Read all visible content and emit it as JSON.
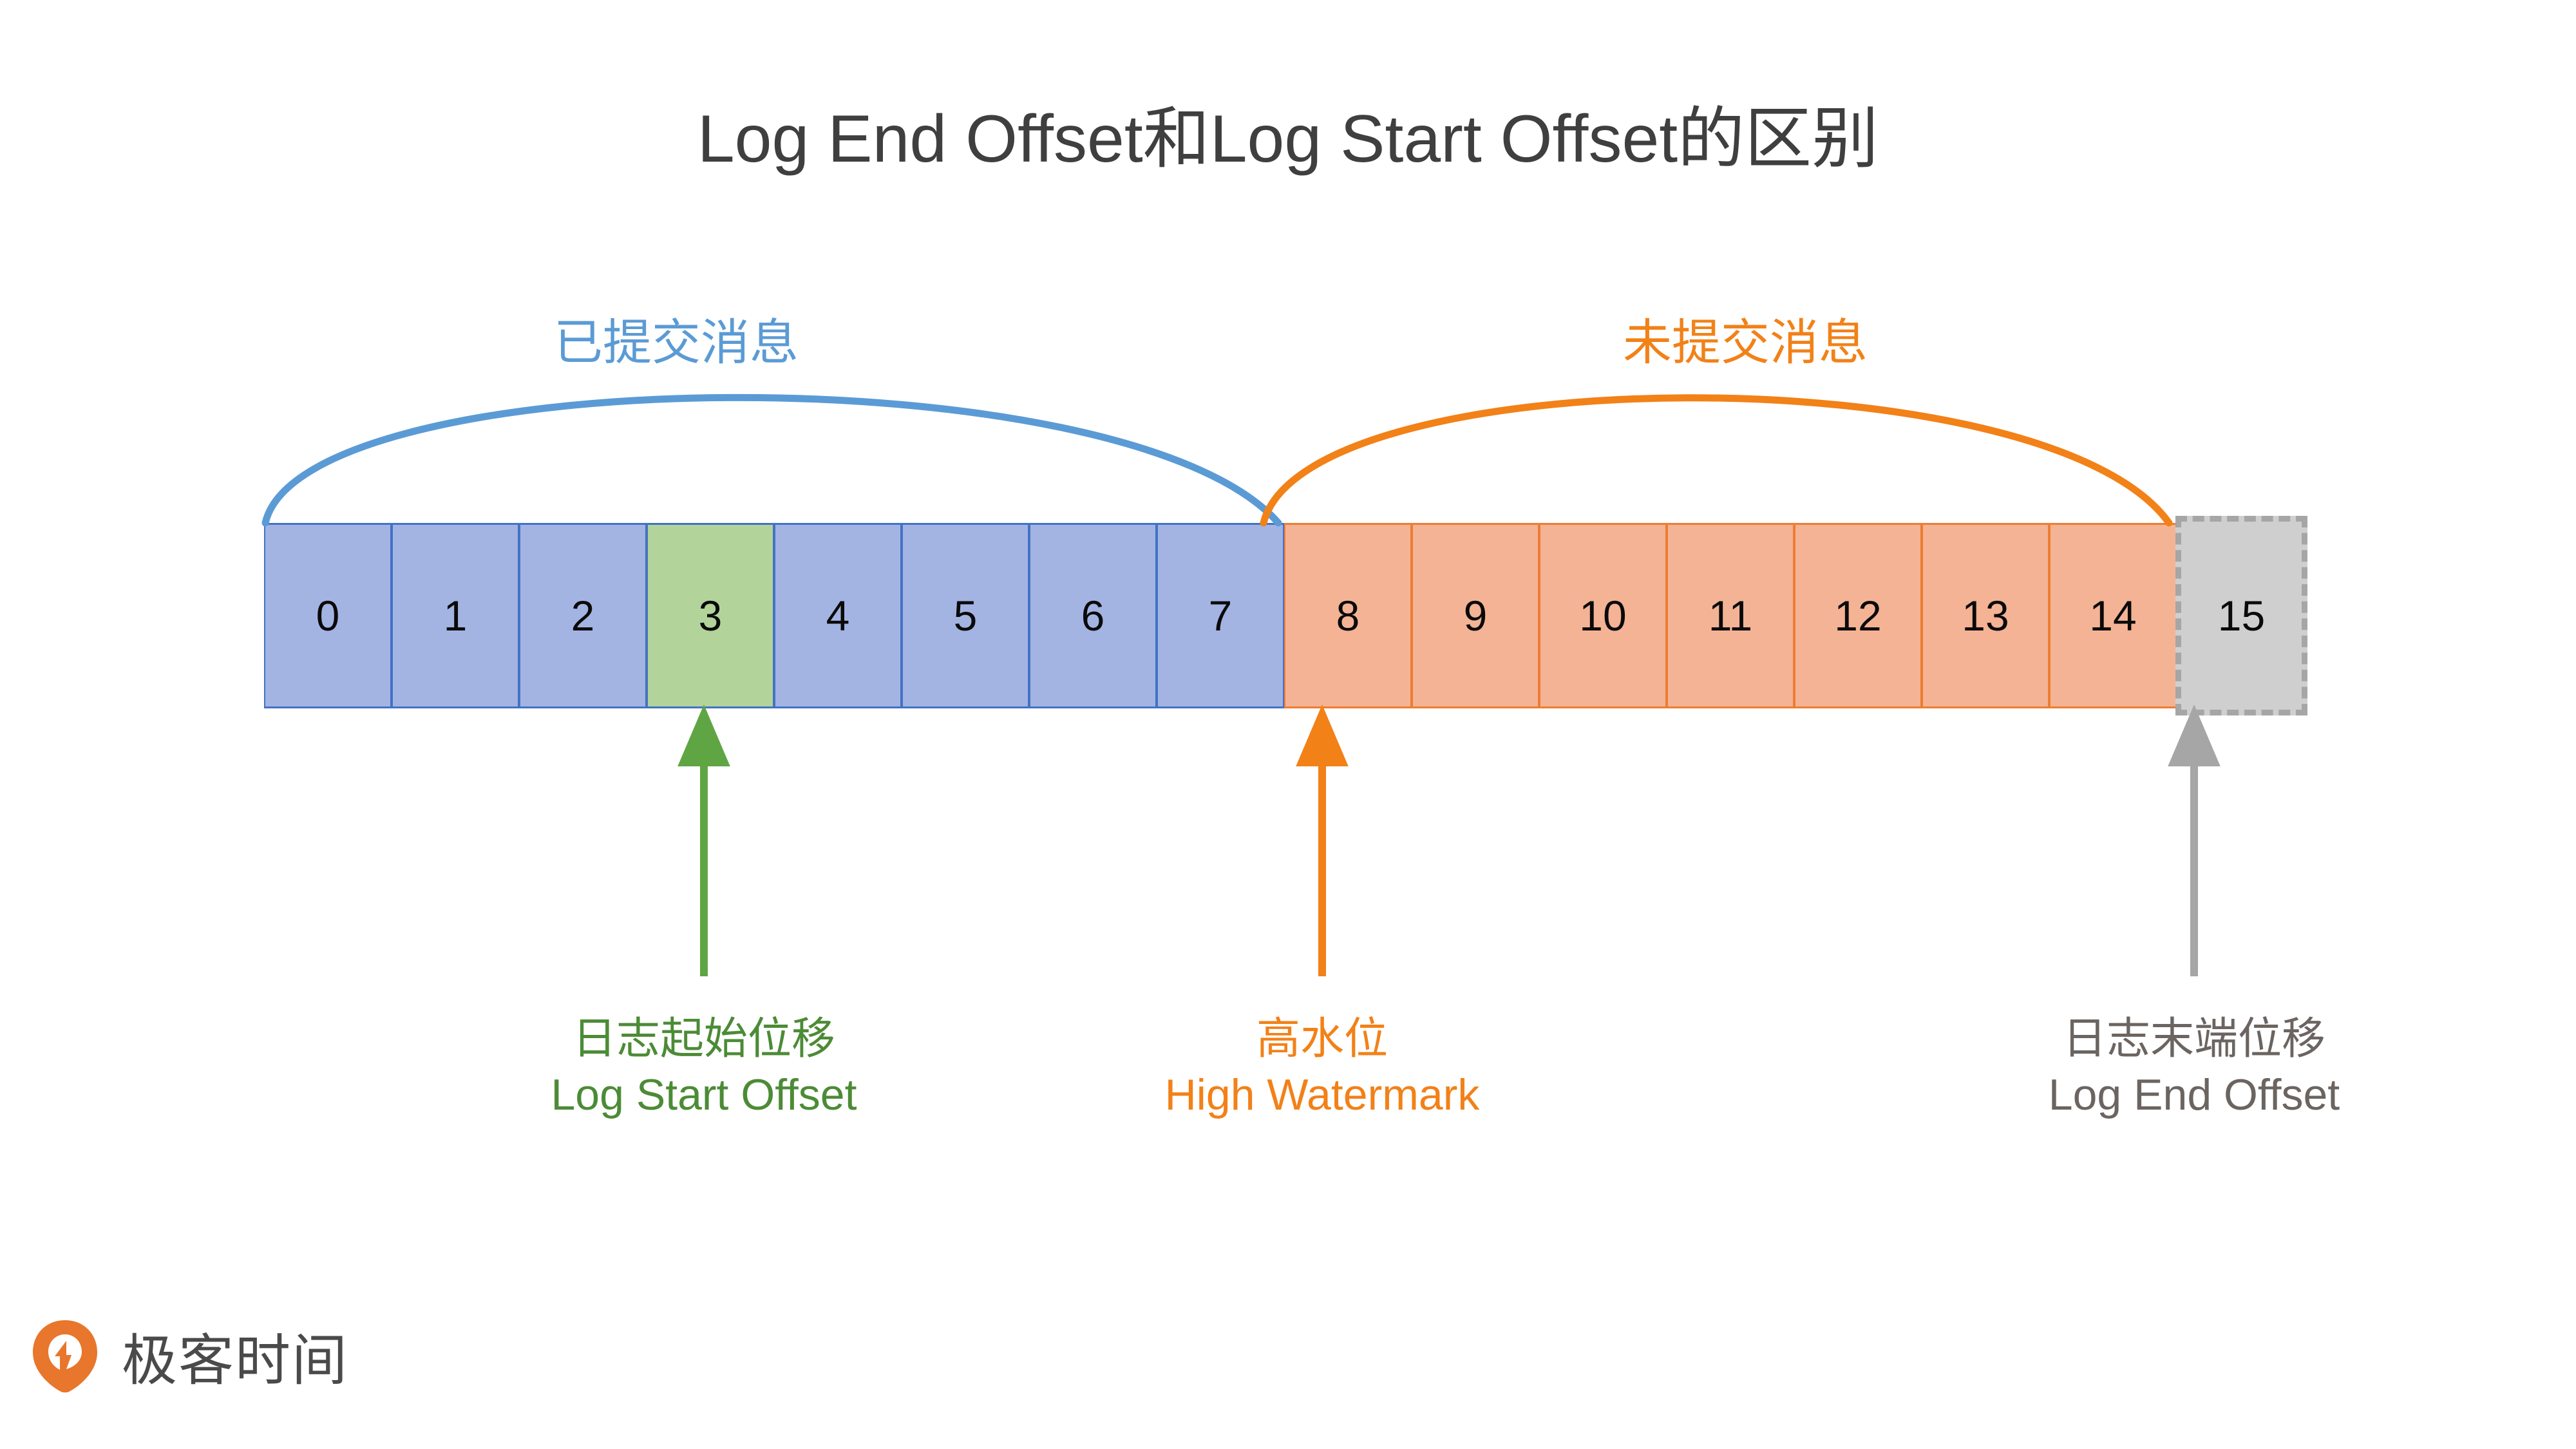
{
  "title": "Log End Offset和Log Start Offset的区别",
  "arcs": {
    "committed": {
      "label": "已提交消息",
      "color": "#5B9BD5"
    },
    "uncommitted": {
      "label": "未提交消息",
      "color": "#F28118"
    }
  },
  "cells": [
    {
      "label": "0",
      "kind": "blue"
    },
    {
      "label": "1",
      "kind": "blue"
    },
    {
      "label": "2",
      "kind": "blue"
    },
    {
      "label": "3",
      "kind": "green"
    },
    {
      "label": "4",
      "kind": "blue"
    },
    {
      "label": "5",
      "kind": "blue"
    },
    {
      "label": "6",
      "kind": "blue"
    },
    {
      "label": "7",
      "kind": "blue"
    },
    {
      "label": "8",
      "kind": "orange"
    },
    {
      "label": "9",
      "kind": "orange"
    },
    {
      "label": "10",
      "kind": "orange"
    },
    {
      "label": "11",
      "kind": "orange"
    },
    {
      "label": "12",
      "kind": "orange"
    },
    {
      "label": "13",
      "kind": "orange"
    },
    {
      "label": "14",
      "kind": "orange"
    },
    {
      "label": "15",
      "kind": "grey"
    }
  ],
  "legends": {
    "log_start_offset": {
      "cn": "日志起始位移",
      "en": "Log Start Offset",
      "color": "#4C8B36",
      "points_to_cell": "3"
    },
    "high_watermark": {
      "cn": "高水位",
      "en": "High Watermark",
      "color": "#F28118",
      "points_to_cell": "8"
    },
    "log_end_offset": {
      "cn": "日志末端位移",
      "en": "Log End Offset",
      "color": "#A6A6A6",
      "points_to_cell": "15"
    }
  },
  "brand": {
    "name": "极客时间",
    "mark_color": "#E8762C"
  },
  "colors": {
    "blue_fill": "#A3B4E3",
    "blue_border": "#4472C4",
    "green_fill": "#B2D49A",
    "orange_fill": "#F4B395",
    "orange_border": "#ED7D31",
    "grey_fill": "#CFCFCF",
    "grey_border": "#A6A6A6",
    "title_color": "#3F3F3F"
  }
}
